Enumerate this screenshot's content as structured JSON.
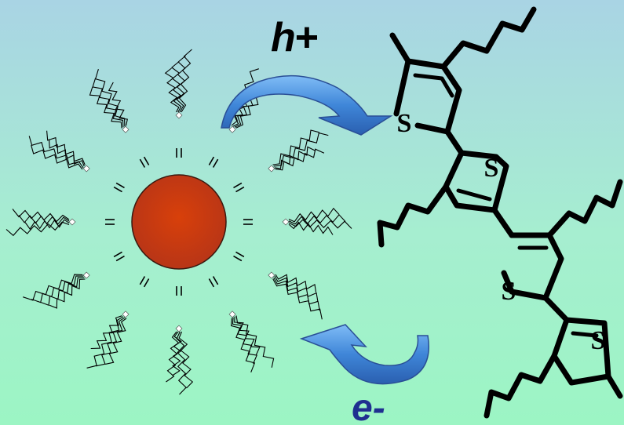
{
  "labels": {
    "hole_transfer": "h+",
    "electron_transfer": "e-",
    "sulfur": "S"
  },
  "colors": {
    "background_top": "#a9d4e4",
    "background_bottom": "#9cf5c4",
    "nanoparticle": "#c73a10",
    "arrow_fill": "#2e72c8",
    "arrow_highlight": "#7fbcf6",
    "bond": "#000000",
    "electron_label": "#1f2f90"
  },
  "diagram": {
    "nanoparticle_count": 1,
    "ligand_count": 12,
    "thiophene_ring_count": 4,
    "curved_arrows": [
      "hole-transfer",
      "electron-transfer"
    ]
  }
}
